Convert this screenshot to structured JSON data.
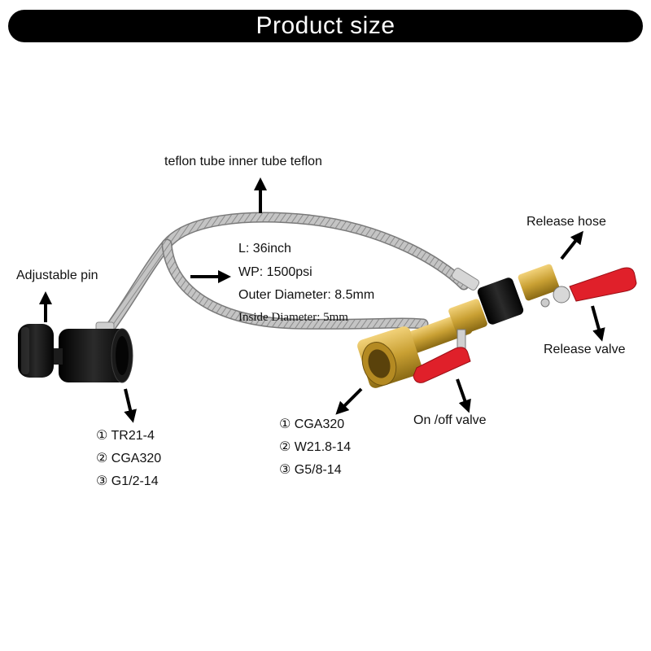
{
  "header": {
    "title": "Product size"
  },
  "labels": {
    "teflon": "teflon tube inner tube teflon",
    "adjustable_pin": "Adjustable pin",
    "release_hose": "Release hose",
    "release_valve": "Release valve",
    "onoff_valve": "On /off valve"
  },
  "specs": {
    "length": "L: 36inch",
    "wp": "WP: 1500psi",
    "outer_diameter": "Outer Diameter: 8.5mm",
    "inside_diameter": "Inside Diameter: 5mm"
  },
  "left_options": [
    "① TR21-4",
    "② CGA320",
    "③ G1/2-14"
  ],
  "right_options": [
    "① CGA320",
    "② W21.8-14",
    "③ G5/8-14"
  ],
  "colors": {
    "banner": "#000000",
    "brass": "#c9a033",
    "handle_red": "#e0202a",
    "hose_steel": "#b8b8b8",
    "adapter_black": "#111111"
  }
}
